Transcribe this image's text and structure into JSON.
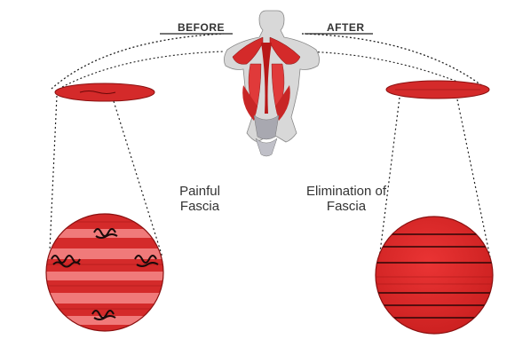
{
  "headers": {
    "before": "BEFORE",
    "after": "AFTER"
  },
  "captions": {
    "left_line1": "Painful",
    "left_line2": "Fascia",
    "right_line1": "Elimination of",
    "right_line2": "Fascia"
  },
  "small_labels": {
    "left_lozenge_top": "",
    "right_lozenge_top": "",
    "left_lozenge_left": "",
    "left_lozenge_right": "",
    "right_lozenge_left": "",
    "right_lozenge_right": "",
    "left_circle_bottom_left": "",
    "left_circle_bottom_right": "",
    "right_circle_bottom_left": ""
  },
  "colors": {
    "muscle_red": "#d42a2a",
    "muscle_dark": "#8a1010",
    "band_pink": "#f07a7a",
    "knot": "#1a0a0a",
    "line": "#222222"
  },
  "icons": {
    "anatomy": "back-muscle-figure",
    "knots": "fascia-knot-marks"
  }
}
